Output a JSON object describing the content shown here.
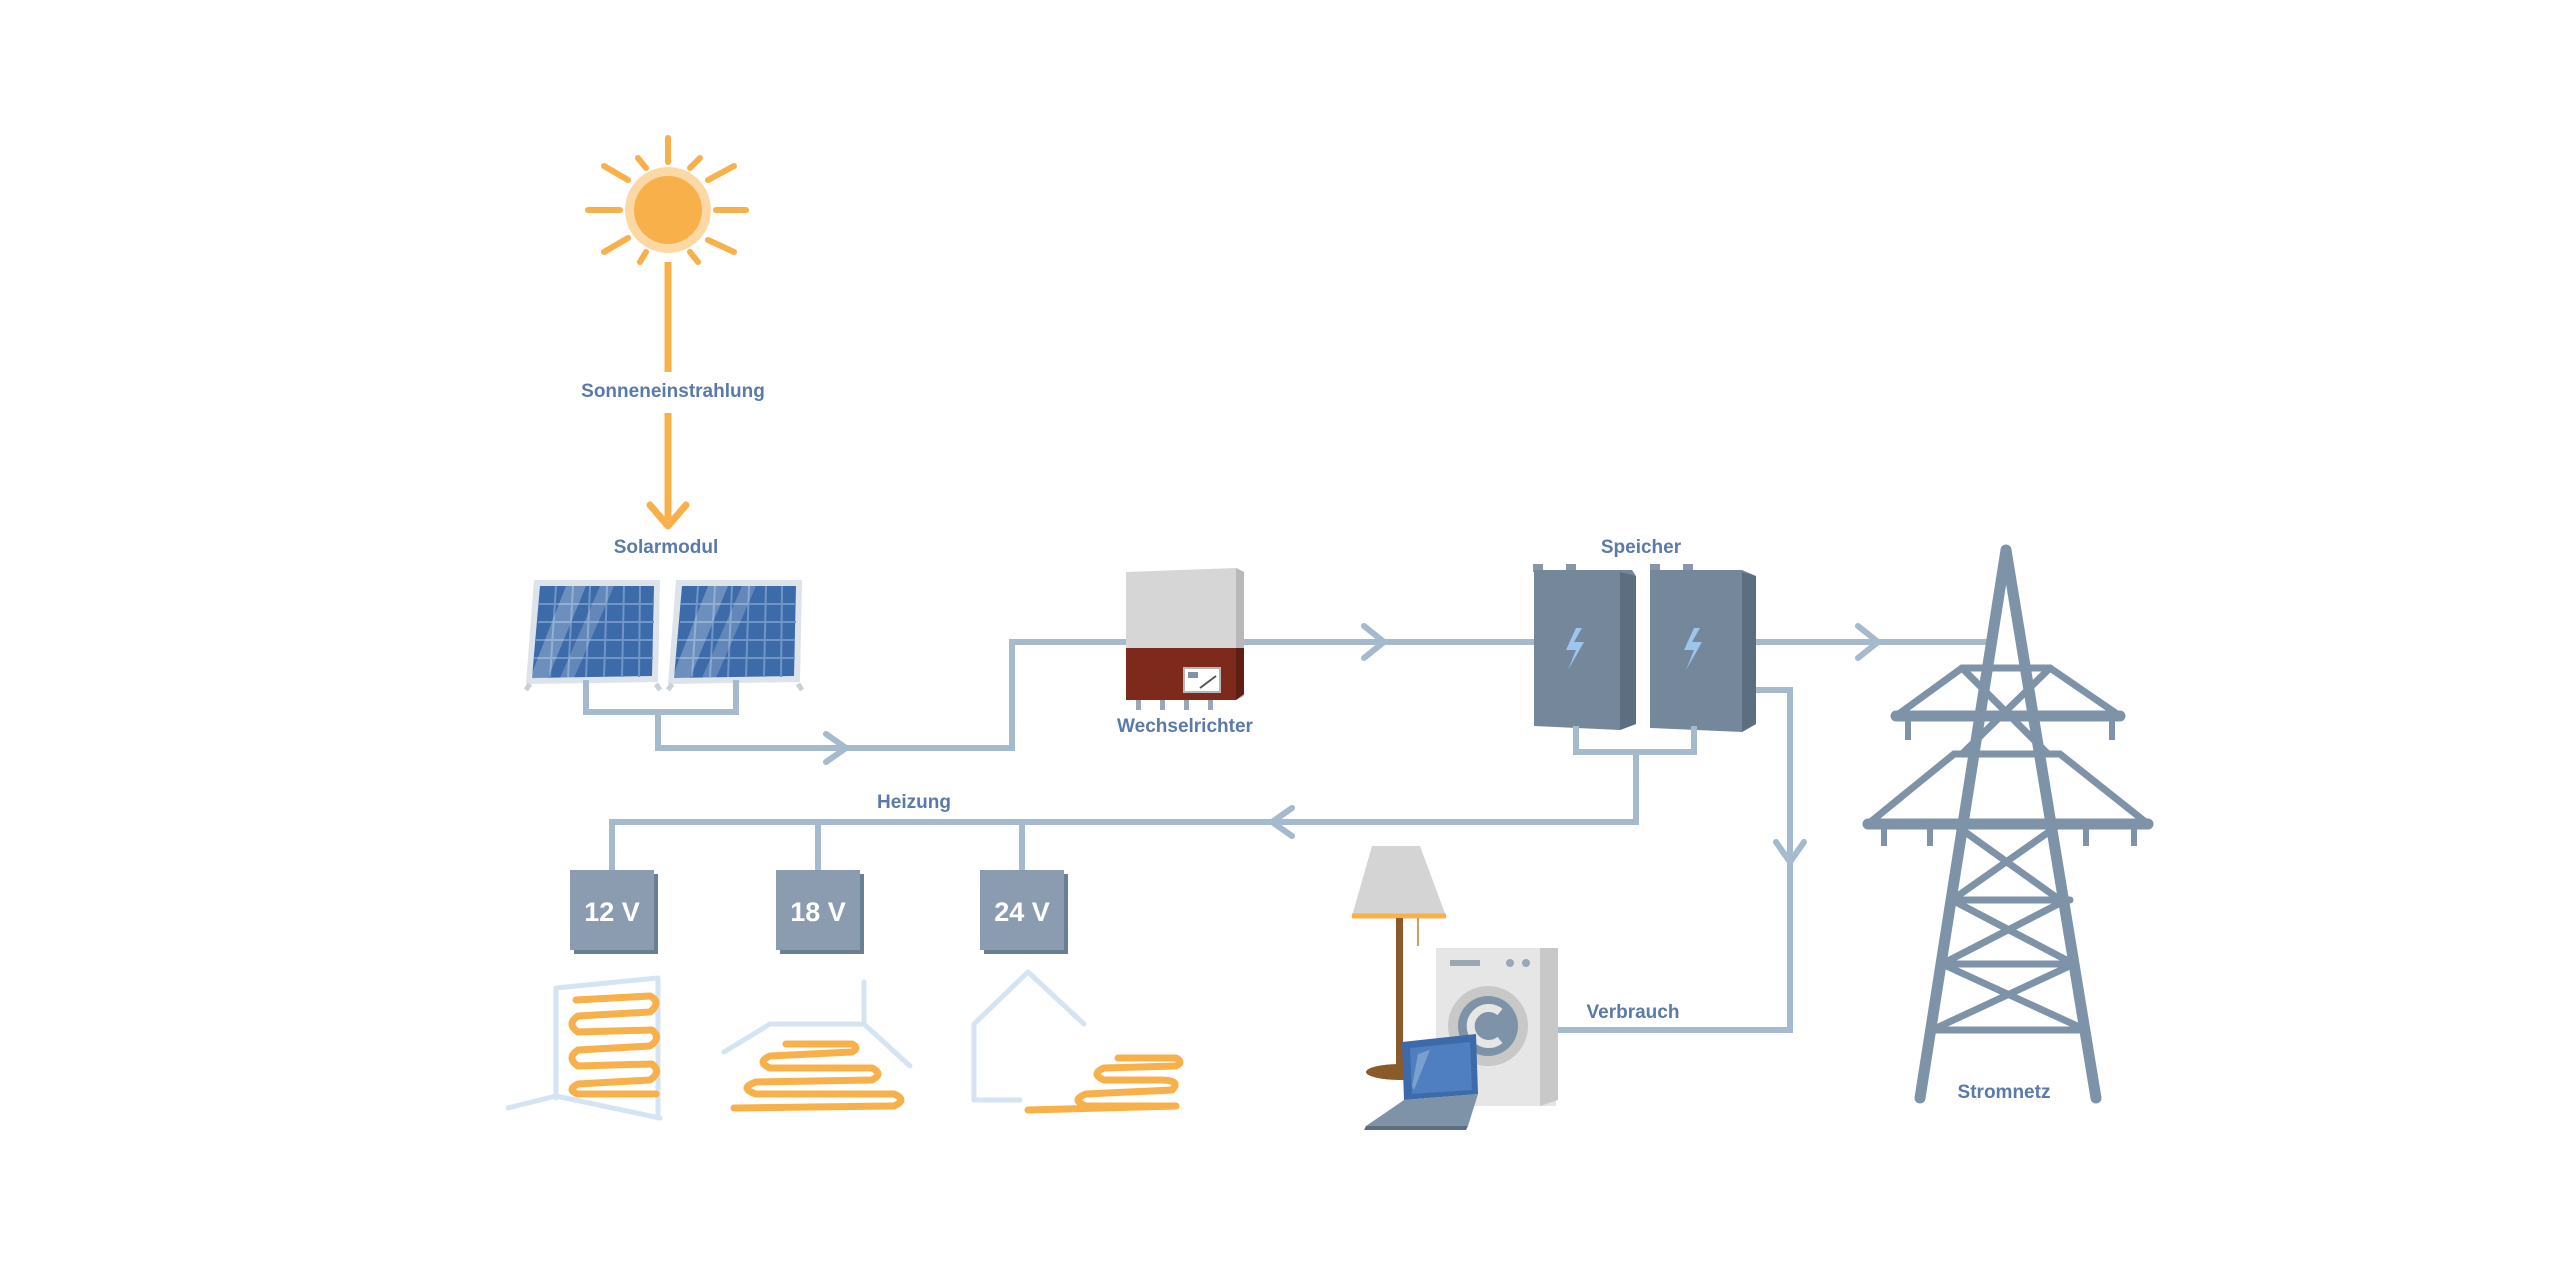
{
  "labels": {
    "sun": "Sonneneinstrahlung",
    "solar": "Solarmodul",
    "inverter": "Wechselrichter",
    "storage": "Speicher",
    "heating": "Heizung",
    "consumption": "Verbrauch",
    "grid": "Stromnetz"
  },
  "voltages": [
    "12 V",
    "18 V",
    "24 V"
  ],
  "colors": {
    "wire": "#a6bace",
    "sun": "#f7b04a",
    "label": "#5a7aaa",
    "box": "#8b9cb0",
    "tower": "#7e93a8"
  }
}
